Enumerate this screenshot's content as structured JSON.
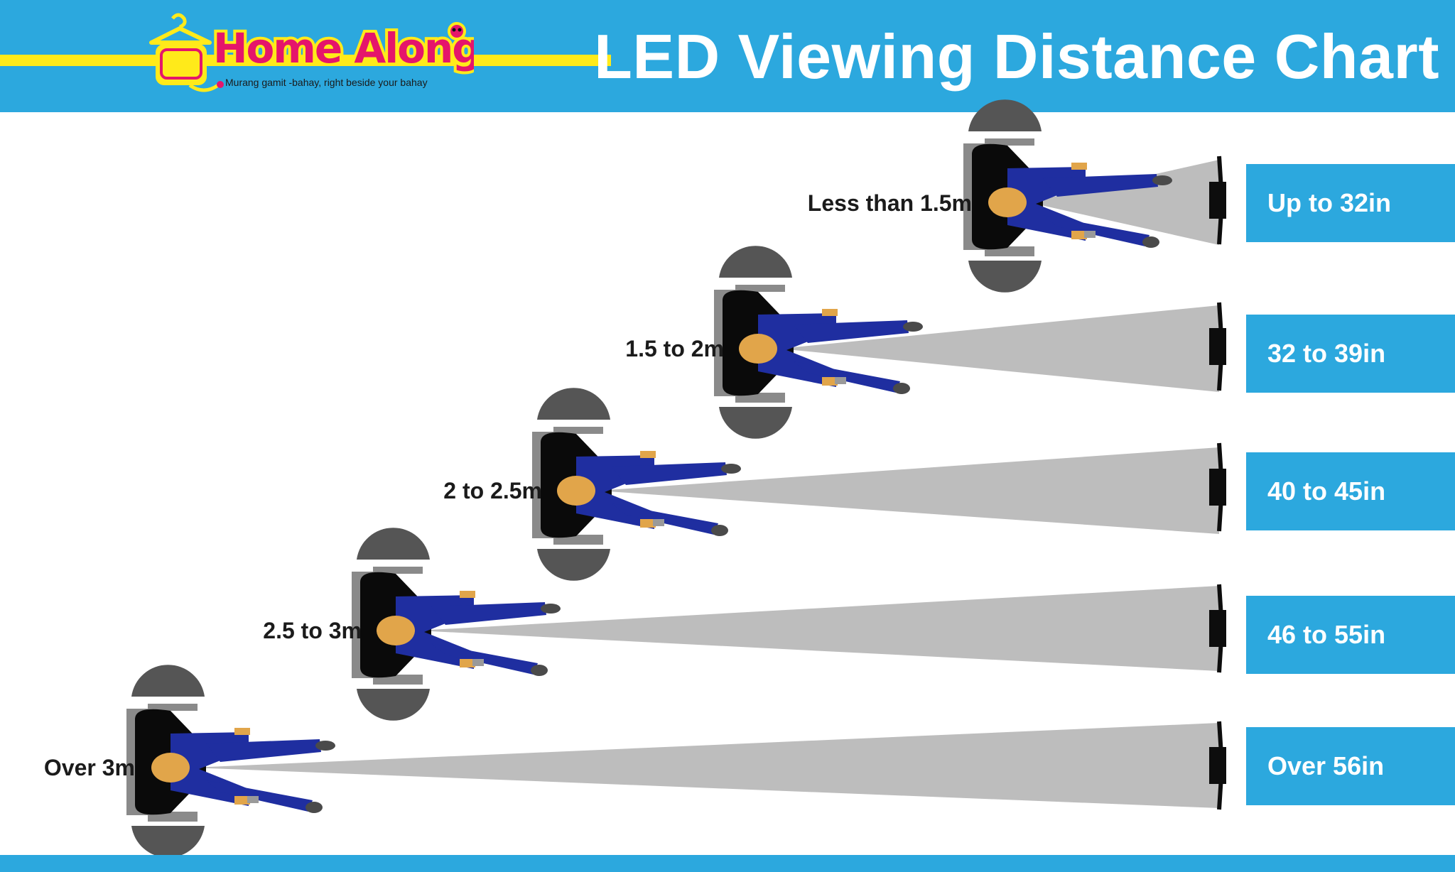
{
  "header": {
    "title": "LED Viewing Distance Chart",
    "logo": {
      "brand": "Home Along",
      "tagline": "Murang gamit -bahay, right beside your bahay"
    }
  },
  "rows": [
    {
      "distance": "Less than 1.5m",
      "size": "Up to 32in"
    },
    {
      "distance": "1.5 to 2m",
      "size": "32 to 39in"
    },
    {
      "distance": "2 to 2.5m",
      "size": "40 to 45in"
    },
    {
      "distance": "2.5 to 3m",
      "size": "46 to 55in"
    },
    {
      "distance": "Over 3m",
      "size": "Over 56in"
    }
  ],
  "colors": {
    "accent_blue": "#2ca8de",
    "logo_yellow": "#ffea1a",
    "logo_pink": "#e5156b",
    "shirt": "#1f2ea0",
    "head": "#e1a54a",
    "chair": "#555555",
    "beam": "#bdbdbd"
  }
}
